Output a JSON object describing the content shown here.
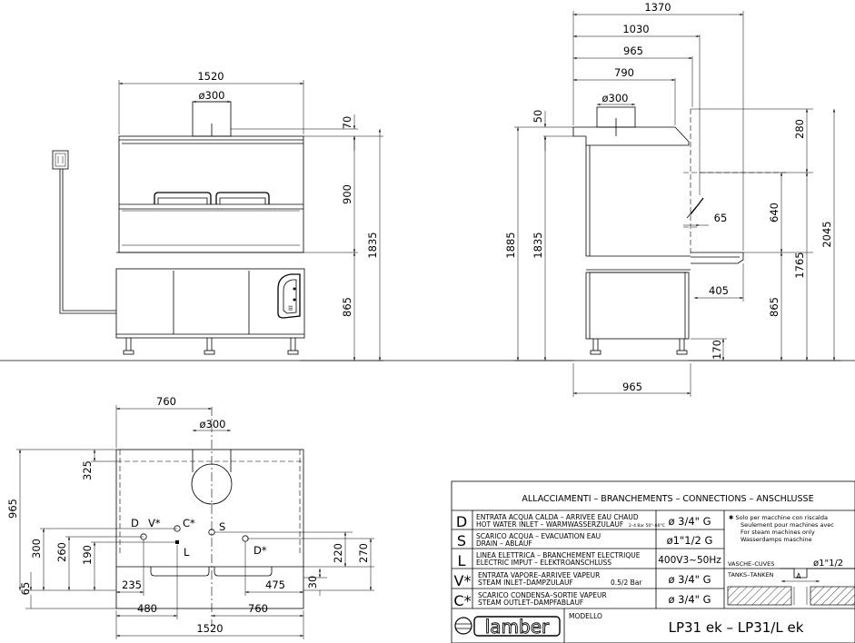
{
  "front_view": {
    "dims": {
      "width_top": "1520",
      "flue_dia": "ø300",
      "d70": "70",
      "d900": "900",
      "d865": "865",
      "d1835": "1835"
    }
  },
  "side_view": {
    "dims": {
      "d1370": "1370",
      "d1030": "1030",
      "d965_top": "965",
      "d790": "790",
      "flue_dia": "ø300",
      "d50": "50",
      "d280": "280",
      "d65": "65",
      "d640": "640",
      "d1885": "1885",
      "d1835": "1835",
      "d1765": "1765",
      "d2045": "2045",
      "d405": "405",
      "d865": "865",
      "d170": "170",
      "d965_bottom": "965"
    }
  },
  "plan_view": {
    "dims": {
      "d760_top": "760",
      "flue_dia": "ø300",
      "d325": "325",
      "d965": "965",
      "d300": "300",
      "d260": "260",
      "d190": "190",
      "d220": "220",
      "d270": "270",
      "d65": "65",
      "d30": "30",
      "d235": "235",
      "d475": "475",
      "d480": "480",
      "d760_bottom": "760",
      "d1520": "1520"
    },
    "points": {
      "d": "D",
      "v": "V*",
      "c": "C*",
      "s": "S",
      "l": "L",
      "d_star": "D*"
    }
  },
  "table": {
    "title": "ALLACCIAMENTI – BRANCHEMENTS – CONNECTIONS – ANSCHLUSSE",
    "rows": [
      {
        "code": "D",
        "line1": "ENTRATA ACQUA CALDA – ARRIVEE EAU CHAUD",
        "line2": "HOT WATER INLET – WARMWASSERZULAUF",
        "note": "2–4 Bar 50°–60°C",
        "value": "ø 3/4\" G"
      },
      {
        "code": "S",
        "line1": "SCARICO ACQUA – EVACUATION EAU",
        "line2": "DRAIN – ABLAUF",
        "note": "",
        "value": "ø1\"1/2 G"
      },
      {
        "code": "L",
        "line1": "LINEA ELETTRICA – BRANCHEMENT ELECTRIQUE",
        "line2": "ELECTRIC IMPUT – ELEKTROANSCHLUSS",
        "note": "",
        "value": "400V3~50Hz"
      },
      {
        "code": "V*",
        "line1": "ENTRATA VAPORE–ARRIVEE VAPEUR",
        "line2": "STEAM INLET–DAMPZULAUF",
        "note": "0.5/2 Bar",
        "value": "ø 3/4\" G"
      },
      {
        "code": "C*",
        "line1": "SCARICO CONDENSA–SORTIE VAPEUR",
        "line2": "STEAM OUTLET–DAMPFABLAUF",
        "note": "",
        "value": "ø 3/4\" G"
      }
    ],
    "steam_note": [
      "✱ Solo per macchine con riscalda",
      "Seulement pour machines avec",
      "For steam machines only",
      "Wasserdamps maschine"
    ],
    "tanks_label1": "VASCHE–CUVES",
    "tanks_label2": "TANKS–TANKEN",
    "tanks_a": "A",
    "tanks_value": "ø1\"1/2",
    "brand": "lamber",
    "model_label": "MODELLO",
    "model_value": "LP31 ek  –  LP31/L ek"
  }
}
